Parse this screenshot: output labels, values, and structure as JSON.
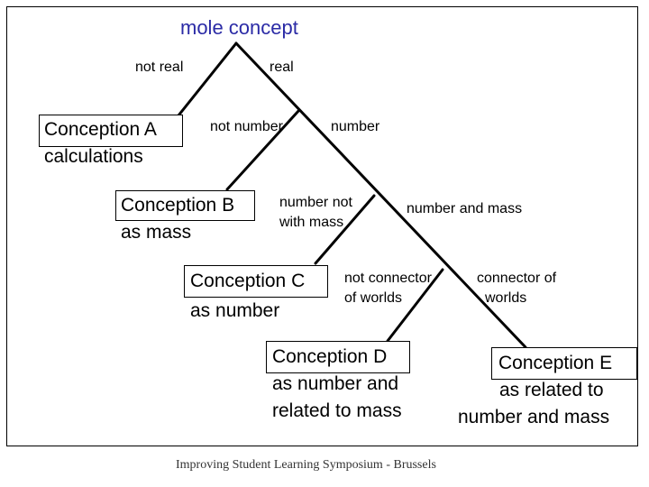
{
  "title": "mole concept",
  "branches": {
    "not_real": "not real",
    "real": "real",
    "not_number": "not number",
    "number": "number",
    "number_not_with_mass": [
      "number not",
      "with mass"
    ],
    "number_and_mass": "number and mass",
    "not_connector_of_worlds": [
      "not connector",
      "of worlds"
    ],
    "connector_of_worlds": [
      "connector of",
      "worlds"
    ]
  },
  "conceptions": {
    "A": [
      "Conception A",
      "calculations"
    ],
    "B": [
      "Conception B",
      "as mass"
    ],
    "C": [
      "Conception C",
      "as number"
    ],
    "D": [
      "Conception D",
      "as number and",
      "related to mass"
    ],
    "E": [
      "Conception E",
      "as related to",
      "number and mass"
    ]
  },
  "footer": "Improving Student Learning Symposium - Brussels",
  "colors": {
    "title": "#2b2ba6",
    "lines": "#000000"
  }
}
